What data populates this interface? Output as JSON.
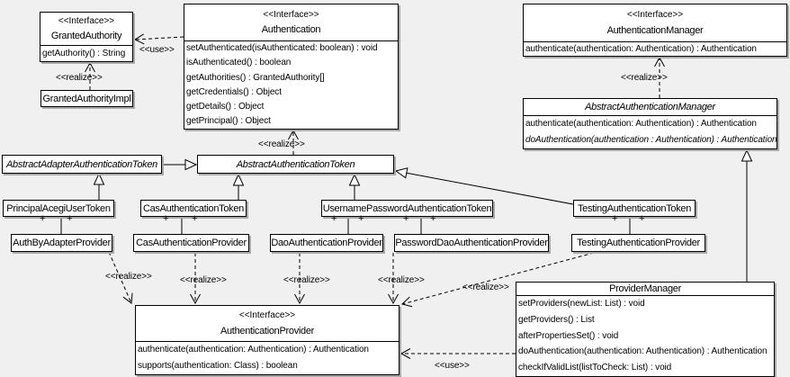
{
  "diagram": {
    "type": "uml-class-diagram",
    "subject": "Acegi/Spring Security authentication classes",
    "background_color": "#f0f0f0",
    "box_fill": "#ffffff",
    "line_color": "#000000",
    "shadow_color": "#a9a9a9"
  },
  "stereotypes": {
    "interface": "<<Interface>>",
    "realize": "<<realize>>",
    "use": "<<use>>"
  },
  "multiplicity": {
    "plus": "+"
  },
  "classes": {
    "granted_authority": {
      "stereotype": "<<Interface>>",
      "name": "GrantedAuthority",
      "methods": [
        "getAuthority() : String"
      ]
    },
    "granted_authority_impl": {
      "name": "GrantedAuthorityImpl"
    },
    "authentication": {
      "stereotype": "<<Interface>>",
      "name": "Authentication",
      "methods": [
        "setAuthenticated(isAuthenticated: boolean) : void",
        "isAuthenticated() : boolean",
        "getAuthorities() : GrantedAuthority[]",
        "getCredentials() : Object",
        "getDetails() : Object",
        "getPrincipal() : Object"
      ]
    },
    "authentication_manager": {
      "stereotype": "<<Interface>>",
      "name": "AuthenticationManager",
      "methods": [
        "authenticate(authentication: Authentication) : Authentication"
      ]
    },
    "abstract_authentication_manager": {
      "name": "AbstractAuthenticationManager",
      "methods": [
        "authenticate(authentication: Authentication) : Authentication",
        "doAuthentication(authentication : Authentication) : Authentication"
      ]
    },
    "abstract_adapter_authentication_token": {
      "name": "AbstractAdapterAuthenticationToken"
    },
    "abstract_authentication_token": {
      "name": "AbstractAuthenticationToken"
    },
    "principal_acegi_user_token": {
      "name": "PrincipalAcegiUserToken"
    },
    "cas_authentication_token": {
      "name": "CasAuthenticationToken"
    },
    "username_password_authentication_token": {
      "name": "UsernamePasswordAuthenticationToken"
    },
    "testing_authentication_token": {
      "name": "TestingAuthenticationToken"
    },
    "auth_by_adapter_provider": {
      "name": "AuthByAdapterProvider"
    },
    "cas_authentication_provider": {
      "name": "CasAuthenticationProvider"
    },
    "dao_authentication_provider": {
      "name": "DaoAuthenticationProvider"
    },
    "password_dao_authentication_provider": {
      "name": "PasswordDaoAuthenticationProvider"
    },
    "testing_authentication_provider": {
      "name": "TestingAuthenticationProvider"
    },
    "authentication_provider": {
      "stereotype": "<<Interface>>",
      "name": "AuthenticationProvider",
      "methods": [
        "authenticate(authentication: Authentication) : Authentication",
        "supports(authentication: Class) : boolean"
      ]
    },
    "provider_manager": {
      "name": "ProviderManager",
      "methods": [
        "setProviders(newList: List) : void",
        "getProviders() : List",
        "afterPropertiesSet() : void",
        "doAuthentication(authentication: Authentication) : Authentication",
        "checkIfValidList(listToCheck: List) : void"
      ]
    }
  }
}
